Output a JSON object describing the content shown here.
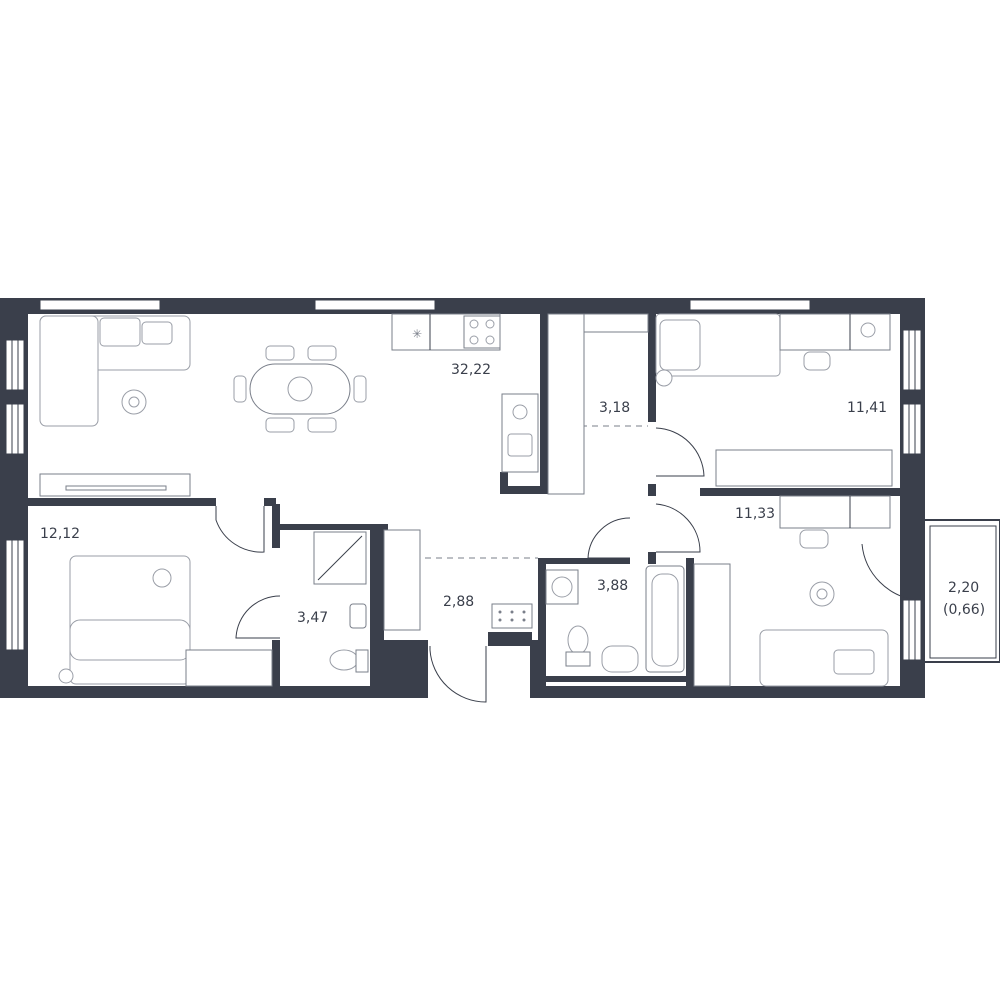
{
  "rooms": {
    "living_kitchen": {
      "area": "32,22"
    },
    "storage": {
      "area": "3,18"
    },
    "bedroom_top_right": {
      "area": "11,41"
    },
    "bedroom_right": {
      "area": "11,33"
    },
    "bedroom_left": {
      "area": "12,12"
    },
    "bathroom_left": {
      "area": "3,47"
    },
    "hallway": {
      "area": "2,88"
    },
    "bathroom_center": {
      "area": "3,88"
    },
    "balcony": {
      "area": "2,20",
      "area_reduced": "(0,66)"
    }
  },
  "colors": {
    "wall": "#3a3f4b",
    "furniture": "#7a7f8a",
    "background": "#ffffff"
  }
}
